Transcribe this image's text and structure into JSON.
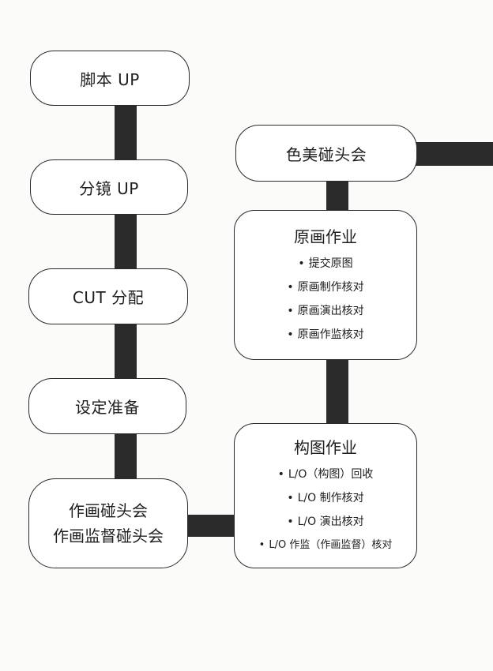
{
  "diagram": {
    "left_column": [
      {
        "label": "脚本 UP"
      },
      {
        "label": "分镜 UP"
      },
      {
        "label": "CUT 分配"
      },
      {
        "label": "设定准备"
      }
    ],
    "meeting": {
      "line1": "作画碰头会",
      "line2": "作画监督碰头会"
    },
    "color_meeting": {
      "label": "色美碰头会"
    },
    "genga": {
      "title": "原画作业",
      "items": [
        "提交原图",
        "原画制作核对",
        "原画演出核对",
        "原画作监核对"
      ]
    },
    "layout": {
      "title": "构图作业",
      "items": [
        "L/O（构图）回收",
        "L/O 制作核对",
        "L/O 演出核对",
        "L/O 作监（作画监督）核对"
      ]
    }
  }
}
